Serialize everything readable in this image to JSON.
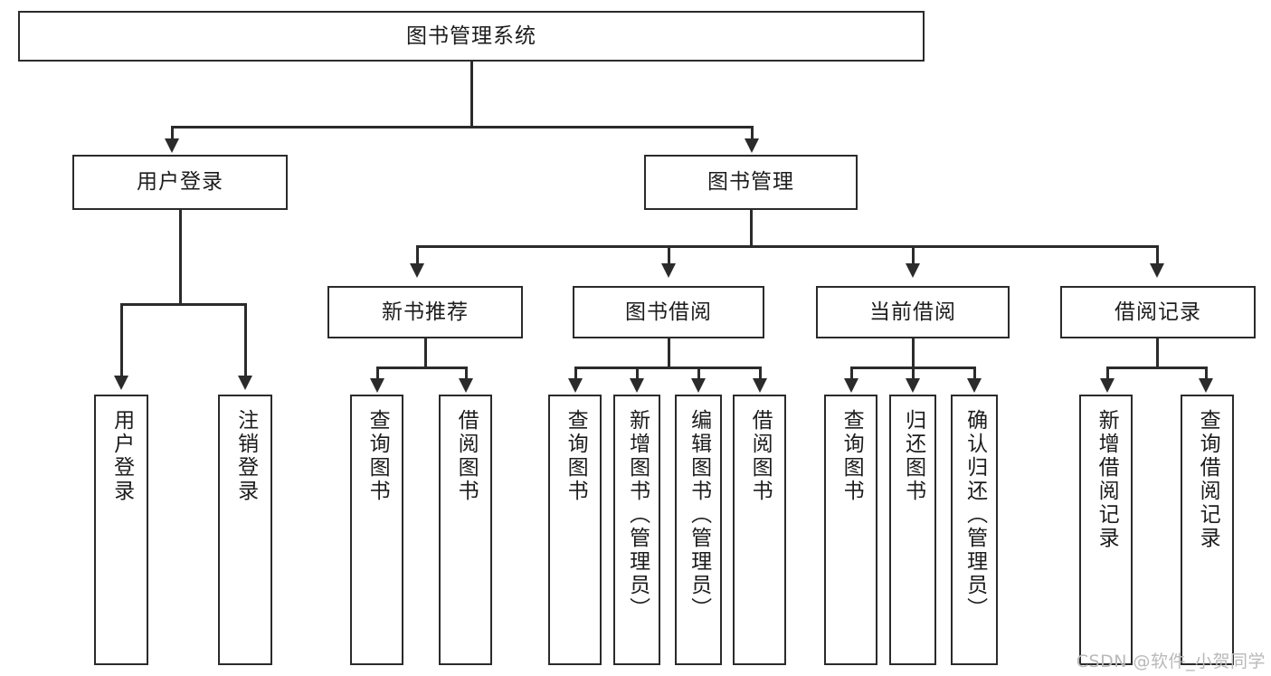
{
  "diagram": {
    "title": "图书管理系统",
    "type": "tree-hierarchy-diagram",
    "theme": {
      "background": "#ffffff",
      "box_border": "#2b2b2b",
      "box_fill": "#ffffff",
      "text": "#1c1c1c",
      "connector": "#2b2b2b",
      "watermark": "#b9b9b9"
    },
    "root": {
      "label": "图书管理系统"
    },
    "level1": [
      {
        "label": "用户登录"
      },
      {
        "label": "图书管理"
      }
    ],
    "level2": [
      {
        "label": "新书推荐"
      },
      {
        "label": "图书借阅"
      },
      {
        "label": "当前借阅"
      },
      {
        "label": "借阅记录"
      }
    ],
    "leaves": {
      "user_login": [
        {
          "label": "用户登录"
        },
        {
          "label": "注销登录"
        }
      ],
      "new_book_recommend": [
        {
          "label": "查询图书"
        },
        {
          "label": "借阅图书"
        }
      ],
      "book_borrow": [
        {
          "label": "查询图书"
        },
        {
          "label": "新增图书（管理员）"
        },
        {
          "label": "编辑图书（管理员）"
        },
        {
          "label": "借阅图书"
        }
      ],
      "current_borrow": [
        {
          "label": "查询图书"
        },
        {
          "label": "归还图书"
        },
        {
          "label": "确认归还（管理员）"
        }
      ],
      "borrow_record": [
        {
          "label": "新增借阅记录"
        },
        {
          "label": "查询借阅记录"
        }
      ]
    }
  },
  "watermark": {
    "text": "CSDN @软件_小贺同学"
  }
}
